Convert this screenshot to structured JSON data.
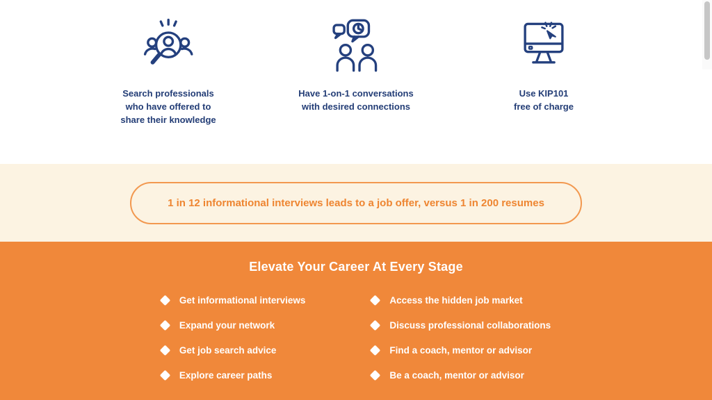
{
  "features": [
    {
      "icon": "search-professionals-icon",
      "caption": "Search professionals\nwho have offered to\nshare their knowledge"
    },
    {
      "icon": "one-on-one-conversation-icon",
      "caption": "Have 1-on-1 conversations\nwith desired connections"
    },
    {
      "icon": "monitor-cursor-icon",
      "caption": "Use KIP101\nfree of charge"
    }
  ],
  "stat_banner": {
    "text": "1 in 12 informational interviews leads to a job offer, versus 1 in 200 resumes"
  },
  "career": {
    "title": "Elevate Your Career At Every Stage",
    "left_items": [
      "Get informational interviews",
      "Expand your network",
      "Get job search advice",
      "Explore career paths"
    ],
    "right_items": [
      "Access the hidden job market",
      "Discuss professional collaborations",
      "Find a coach, mentor or advisor",
      "Be a coach, mentor or advisor"
    ]
  },
  "colors": {
    "navy": "#24407e",
    "orange_section_bg": "#f0883a",
    "cream_section_bg": "#fcf3e2",
    "banner_text": "#ee8531",
    "banner_border": "#f2984f"
  }
}
